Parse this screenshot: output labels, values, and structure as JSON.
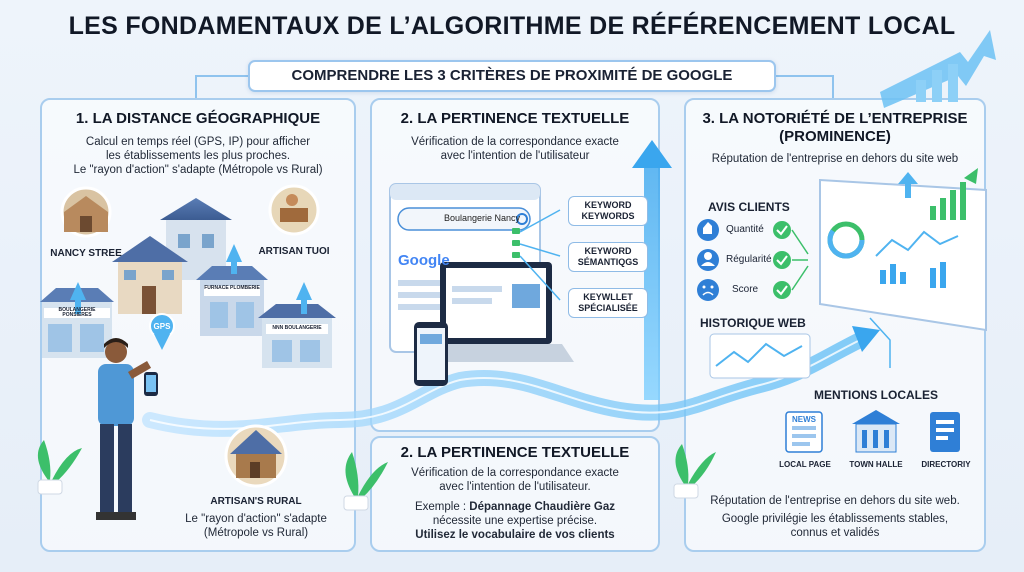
{
  "title": "LES FONDAMENTAUX DE L’ALGORITHME DE RÉFÉRENCEMENT LOCAL",
  "subtitle": "COMPRENDRE LES 3 CRITÈRES DE PROXIMITÉ DE GOOGLE",
  "panel1": {
    "heading": "1. LA DISTANCE GÉOGRAPHIQUE",
    "text_line1": "Calcul en temps réel (GPS, IP) pour afficher",
    "text_line2": "les établissements les plus proches.",
    "text_line3": "Le \"rayon d'action\" s'adapte (Métropole vs Rural)",
    "label_nancy": "NANCY STREE",
    "label_artisan": "ARTISAN TUOI",
    "label_rural": "ARTISAN'S RURAL",
    "bottom_line1": "Le \"rayon d'action\" s'adapte",
    "bottom_line2": "(Métropole vs Rural)",
    "gps_badge": "GPS",
    "shop_sign1": "BOULANGERIE PONSIERES",
    "shop_sign2": "FURNACE PLOMBERIE",
    "shop_sign3": "NNN BOULANGERIE"
  },
  "panel2": {
    "heading": "2. LA PERTINENCE TEXTUELLE",
    "text_line1": "Vérification de la correspondance exacte",
    "text_line2": "avec l'intention de l'utilisateur",
    "search_text": "Boulangerie Nancy",
    "google_logo": "Google",
    "keywords": [
      {
        "line1": "KEYWORD",
        "line2": "KEYWORDS"
      },
      {
        "line1": "KEYWORD",
        "line2": "SÉMANTIQGS"
      },
      {
        "line1": "KEYWLLET",
        "line2": "SPÉCIALISÉE"
      }
    ]
  },
  "panel2b": {
    "heading": "2. LA PERTINENCE TEXTUELLE",
    "text_line1": "Vérification de la correspondance exacte",
    "text_line2": "avec l'intention de l'utilisateur.",
    "example_prefix": "Exemple : ",
    "example_bold": "Dépannage Chaudière Gaz",
    "example_line2": "nécessite une expertise précise.",
    "example_line3": "Utilisez le vocabulaire de vos clients"
  },
  "panel3": {
    "heading_line1": "3. LA NOTORIÉTÉ DE L’ENTREPRISE",
    "heading_line2": "(PROMINENCE)",
    "text_line1": "Réputation de l'entreprise en dehors du site web",
    "avis_title": "AVIS CLIENTS",
    "criteria": [
      "Quantité",
      "Régularité",
      "Score"
    ],
    "historique": "HISTORIQUE WEB",
    "mentions": "MENTIONS LOCALES",
    "news_label": "NEWS",
    "icons": [
      "LOCAL PAGE",
      "TOWN HALLE",
      "DIRECTORIY"
    ],
    "bottom_line1": "Réputation de l'entreprise en dehors du site web.",
    "bottom_line2": "Google privilégie les établissements stables,",
    "bottom_line3": "connus et validés"
  },
  "colors": {
    "panel_border": "#a9cdee",
    "arrow": "#4fb3f0",
    "accent_green": "#3cbf6a",
    "accent_blue": "#2f7fd6"
  }
}
